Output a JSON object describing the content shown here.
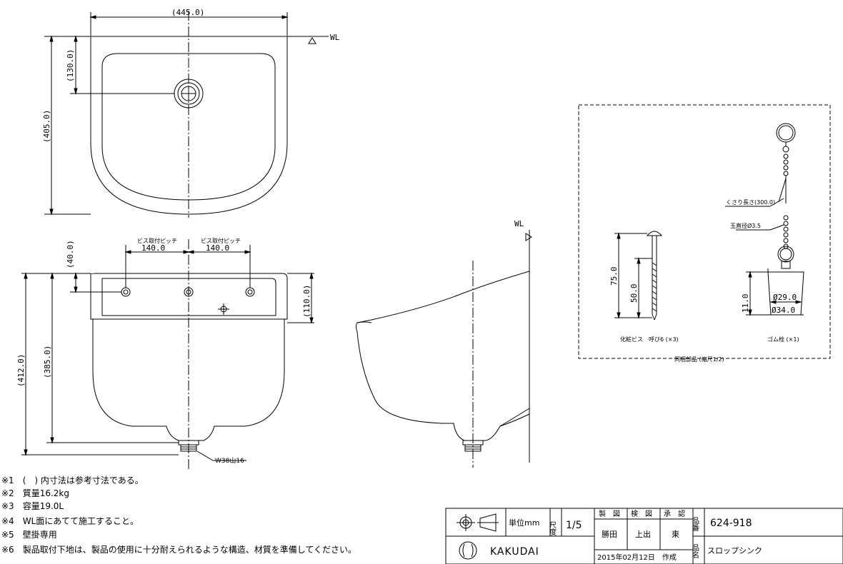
{
  "labels": {
    "wl": "WL",
    "wl_side": "WL",
    "pitch_label": "ビス取付ピッチ"
  },
  "dims": {
    "top_width": "(445.0)",
    "depth_total": "(405.0)",
    "drain_offset": "(130.0)",
    "pitch_1": "140.0",
    "pitch_2": "140.0",
    "screw_top": "(40.0)",
    "back_height": "(110.0)",
    "total_height": "(412.0)",
    "front_height": "(385.0)",
    "drain_thread": "W38山16"
  },
  "accessories": {
    "chain_length": "くさり長さ(300.0)",
    "ball_dia": "玉直径Ø3.5",
    "screw_75": "75.0",
    "screw_50": "50.0",
    "plug_11": "11.0",
    "plug_29": "Ø29.0",
    "plug_34": "Ø34.0",
    "screw_caption": "化粧ビス　呼び6 (×3)",
    "plug_caption": "ゴム栓 (×1)",
    "box_caption": "同梱部品 (縮尺1/2)"
  },
  "notes": [
    "※1　(　) 内寸法は参考寸法である。",
    "※2　質量16.2kg",
    "※3　容量19.0L",
    "※4　WL面にあてて施工すること。",
    "※5　壁掛専用",
    "※6　製品取付下地は、製品の使用に十分耐えられるような構造、材質を準備してください。"
  ],
  "title_block": {
    "unit": "単位mm",
    "scale_label": "尺度",
    "scale_value": "1/5",
    "drawn_label": "製　図",
    "checked_label": "検　図",
    "approved_label": "承　認",
    "drawn_by": "勝田",
    "checked_by": "上出",
    "approved_by": "東",
    "part_no_label": "品番",
    "part_no": "624-918",
    "name_label": "品名",
    "name": "スロップシンク",
    "date": "2015年02月12日　作成",
    "brand": "KAKUDAI"
  }
}
